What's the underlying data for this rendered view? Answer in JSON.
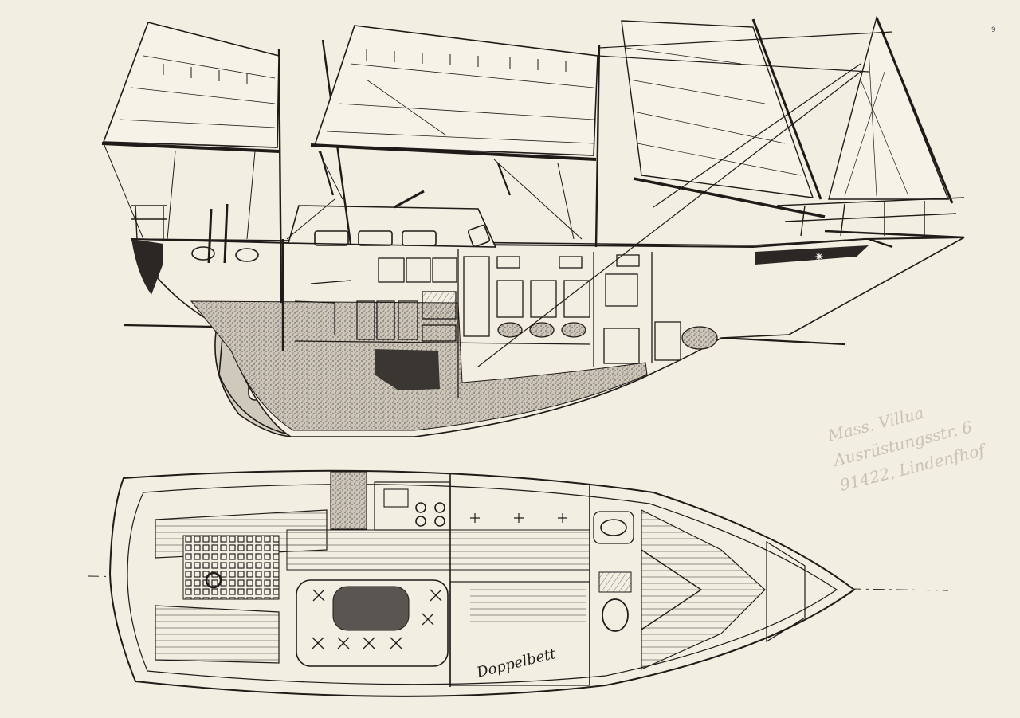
{
  "colors": {
    "paper": "#f3eee2",
    "ink": "#1e1b18",
    "shade": "#b9b2a4",
    "stipple": "#6f6a62",
    "pencil": "#c9c3b6"
  },
  "labels": {
    "berth_note": "Doppelbett",
    "corner_mark": "9"
  },
  "pencil_note": {
    "lines": [
      "Mass. Villua",
      "Ausrüstungsstr. 6",
      "91422, Lindenfhof"
    ]
  }
}
